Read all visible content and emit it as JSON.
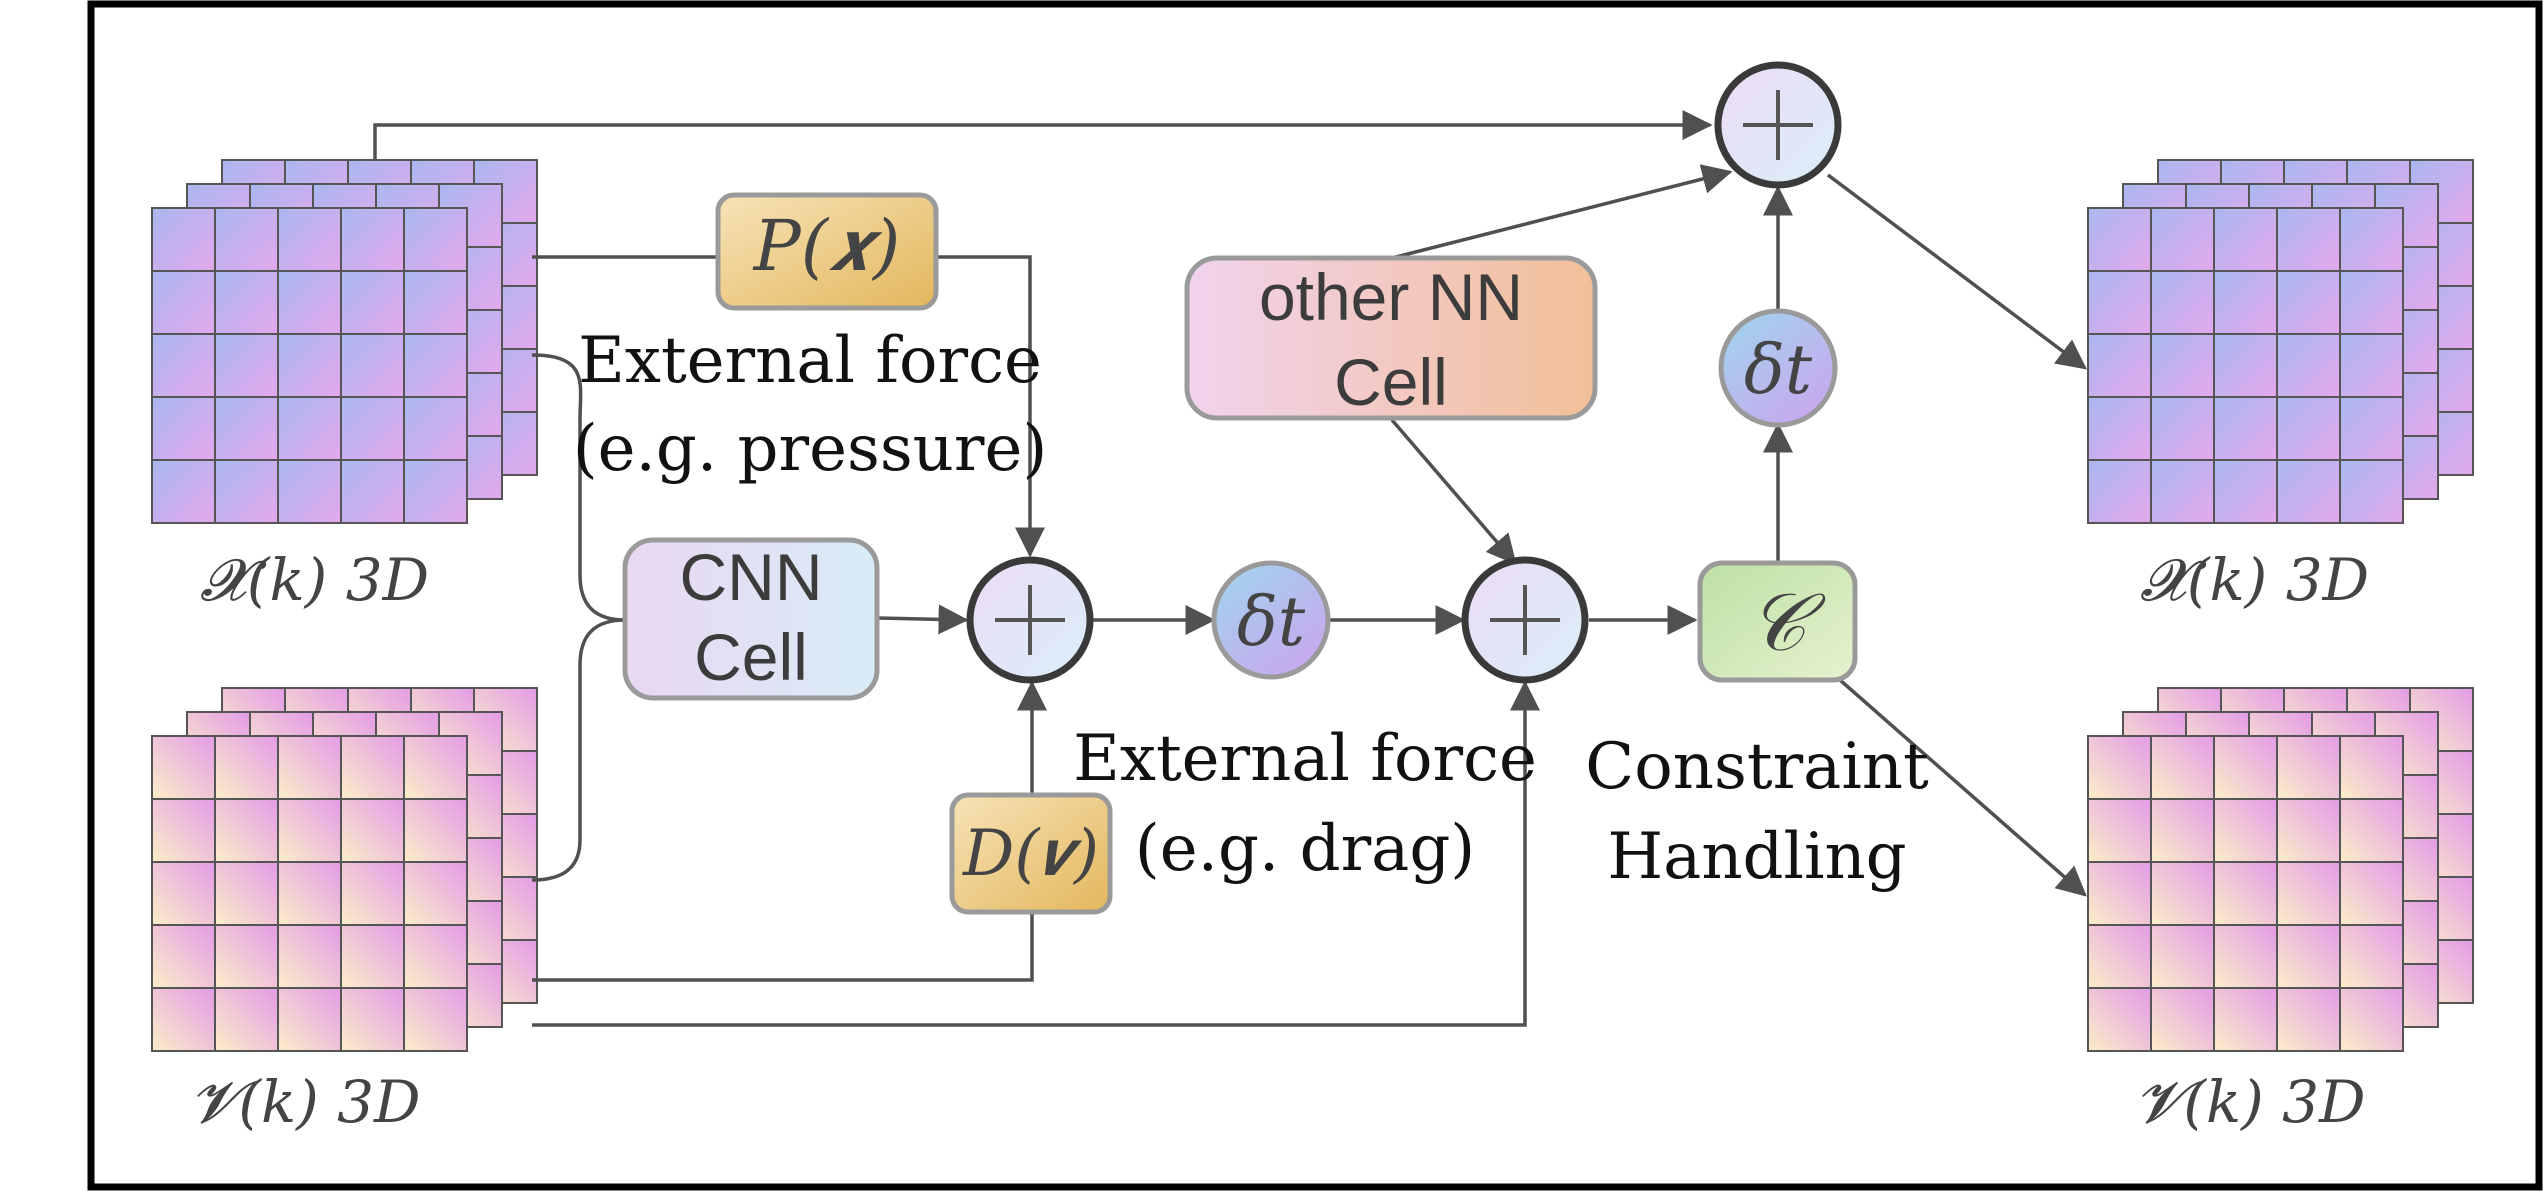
{
  "tensors": {
    "x_in": "𝓧(k)  3D",
    "v_in": "𝓥(k)  3D",
    "x_out": "𝓧(k)  3D",
    "v_out": "𝓥(k)  3D"
  },
  "boxes": {
    "pressure_fn": "P(𝒙)",
    "drag_fn": "D(𝒗)",
    "cnn_cell_line1": "CNN",
    "cnn_cell_line2": "Cell",
    "other_nn_line1": "other NN",
    "other_nn_line2": "Cell",
    "constraint_symbol": "𝒞"
  },
  "operators": {
    "plus": "+",
    "dt": "δt"
  },
  "labels": {
    "external_force_pressure_line1": "External force",
    "external_force_pressure_line2": "(e.g. pressure)",
    "external_force_drag_line1": "External force",
    "external_force_drag_line2": "(e.g. drag)",
    "constraint_line1": "Constraint",
    "constraint_line2": "Handling"
  },
  "colors": {
    "frame": "#000000",
    "wire": "#505050",
    "node_border": "#3a3a3a",
    "x_grid_start": "#a9b8f0",
    "x_grid_end": "#e3a8ec",
    "v_grid_start": "#fbeec8",
    "v_grid_end": "#e39be6",
    "orange_box_start": "#f7e3b8",
    "orange_box_end": "#e3b75c",
    "cnn_box_start": "#ead7f2",
    "cnn_box_end": "#d8ecf7",
    "other_box_start": "#f1d3ee",
    "other_box_end": "#f2bf97",
    "constraint_box_start": "#bde0a4",
    "constraint_box_end": "#e6f2cf",
    "plus_fill_start": "#eddcf7",
    "plus_fill_end": "#d9eef9",
    "dt_fill_start": "#9fd6ee",
    "dt_fill_end": "#c9a7ee"
  }
}
